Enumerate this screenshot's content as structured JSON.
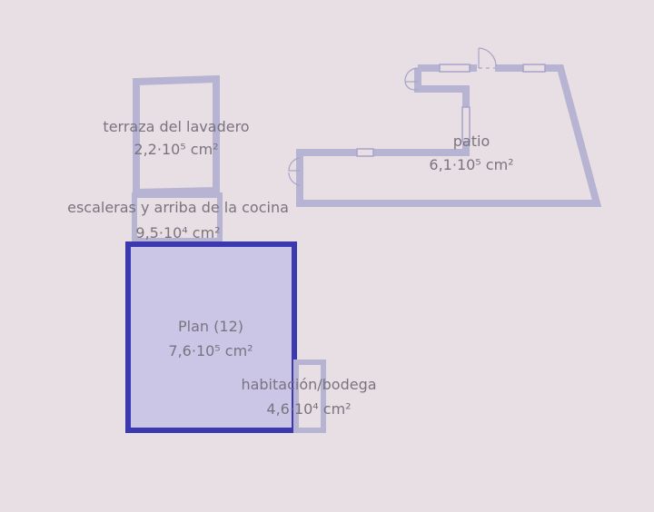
{
  "colors": {
    "background": "#e7dfe3",
    "wall": "#b7b3d3",
    "selected_wall": "#3b38b0",
    "selected_fill": "#cbc5e6",
    "label": "#7a7480"
  },
  "rooms": [
    {
      "name": "terraza del lavadero",
      "area": "2,2·10⁵ cm²",
      "selected": false
    },
    {
      "name": "escaleras y arriba de la cocina",
      "area": "9,5·10⁴ cm²",
      "selected": false
    },
    {
      "name": "patio",
      "area": "6,1·10⁵ cm²",
      "selected": false
    },
    {
      "name": "Plan (12)",
      "area": "7,6·10⁵ cm²",
      "selected": true
    },
    {
      "name": "habitación/bodega",
      "area": "4,6·10⁴ cm²",
      "selected": false
    }
  ]
}
